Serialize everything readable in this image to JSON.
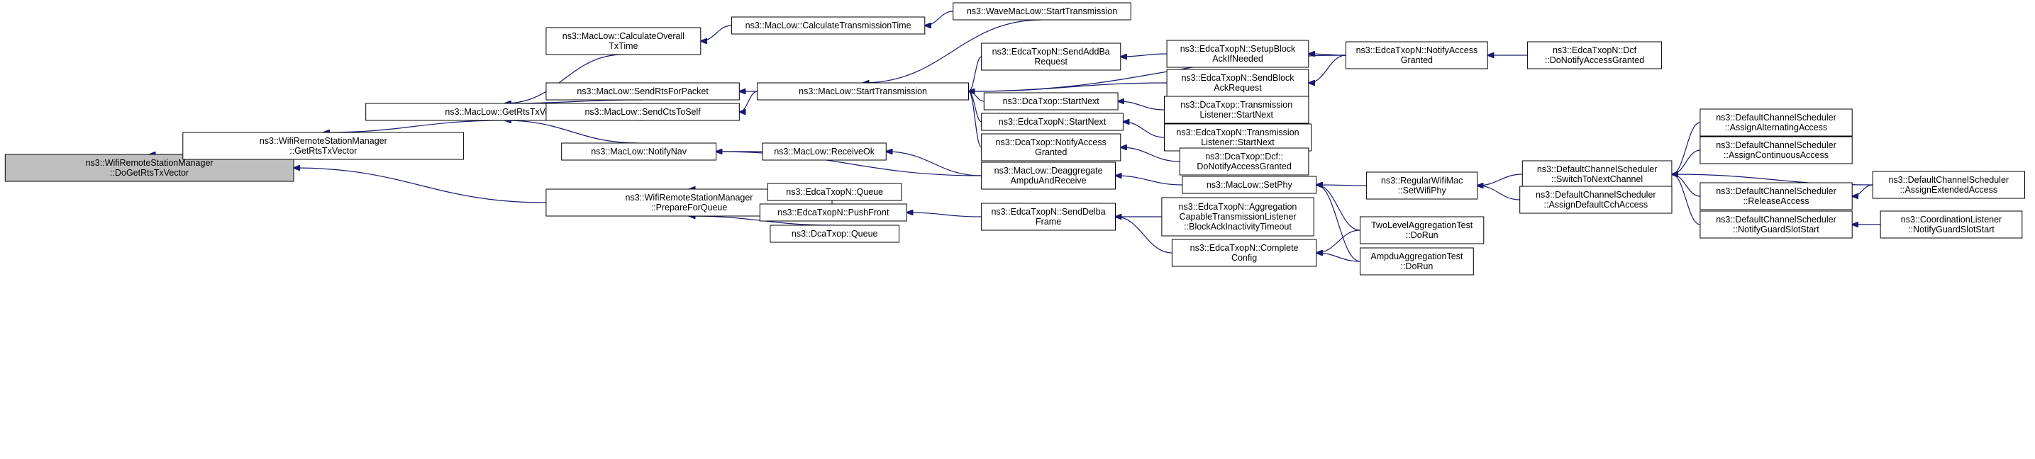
{
  "graph": {
    "edge_color": "#191970",
    "root_fill": "#bfbfbf",
    "nodes": [
      {
        "id": "n0",
        "lines": [
          "ns3::WifiRemoteStationManager",
          "::DoGetRtsTxVector"
        ],
        "root": true
      },
      {
        "id": "n1",
        "lines": [
          "ns3::WifiRemoteStationManager",
          "::GetRtsTxVector"
        ]
      },
      {
        "id": "n2",
        "lines": [
          "ns3::WifiRemoteStationManager",
          "::PrepareForQueue"
        ]
      },
      {
        "id": "n3",
        "lines": [
          "ns3::MacLow::GetRtsTxVector"
        ]
      },
      {
        "id": "n4",
        "lines": [
          "ns3::MacLow::CalculateOverall",
          "TxTime"
        ]
      },
      {
        "id": "n5",
        "lines": [
          "ns3::MacLow::SendRtsForPacket"
        ]
      },
      {
        "id": "n6",
        "lines": [
          "ns3::MacLow::SendCtsToSelf"
        ]
      },
      {
        "id": "n7",
        "lines": [
          "ns3::MacLow::NotifyNav"
        ]
      },
      {
        "id": "n8",
        "lines": [
          "ns3::MacLow::CalculateTransmissionTime"
        ]
      },
      {
        "id": "n9",
        "lines": [
          "ns3::MacLow::StartTransmission"
        ]
      },
      {
        "id": "n10",
        "lines": [
          "ns3::MacLow::ReceiveOk"
        ]
      },
      {
        "id": "n11",
        "lines": [
          "ns3::EdcaTxopN::Queue"
        ]
      },
      {
        "id": "n12",
        "lines": [
          "ns3::EdcaTxopN::PushFront"
        ]
      },
      {
        "id": "n13",
        "lines": [
          "ns3::DcaTxop::Queue"
        ]
      },
      {
        "id": "n14",
        "lines": [
          "ns3::WaveMacLow::StartTransmission"
        ]
      },
      {
        "id": "n15",
        "lines": [
          "ns3::EdcaTxopN::SendAddBa",
          "Request"
        ]
      },
      {
        "id": "n16",
        "lines": [
          "ns3::DcaTxop::StartNext"
        ]
      },
      {
        "id": "n17",
        "lines": [
          "ns3::EdcaTxopN::StartNext"
        ]
      },
      {
        "id": "n18",
        "lines": [
          "ns3::DcaTxop::NotifyAccess",
          "Granted"
        ]
      },
      {
        "id": "n19",
        "lines": [
          "ns3::MacLow::Deaggregate",
          "AmpduAndReceive"
        ]
      },
      {
        "id": "n20",
        "lines": [
          "ns3::EdcaTxopN::SendDelba",
          "Frame"
        ]
      },
      {
        "id": "n21",
        "lines": [
          "ns3::EdcaTxopN::SetupBlock",
          "AckIfNeeded"
        ]
      },
      {
        "id": "n22",
        "lines": [
          "ns3::EdcaTxopN::SendBlock",
          "AckRequest"
        ]
      },
      {
        "id": "n23",
        "lines": [
          "ns3::DcaTxop::Transmission",
          "Listener::StartNext"
        ]
      },
      {
        "id": "n24",
        "lines": [
          "ns3::EdcaTxopN::Transmission",
          "Listener::StartNext"
        ]
      },
      {
        "id": "n25",
        "lines": [
          "ns3::DcaTxop::Dcf::",
          "DoNotifyAccessGranted"
        ]
      },
      {
        "id": "n26",
        "lines": [
          "ns3::MacLow::SetPhy"
        ]
      },
      {
        "id": "n27",
        "lines": [
          "ns3::EdcaTxopN::Aggregation",
          "CapableTransmissionListener",
          "::BlockAckInactivityTimeout"
        ]
      },
      {
        "id": "n28",
        "lines": [
          "ns3::EdcaTxopN::Complete",
          "Config"
        ]
      },
      {
        "id": "n29",
        "lines": [
          "ns3::EdcaTxopN::NotifyAccess",
          "Granted"
        ]
      },
      {
        "id": "n30",
        "lines": [
          "ns3::RegularWifiMac",
          "::SetWifiPhy"
        ]
      },
      {
        "id": "n31",
        "lines": [
          "TwoLevelAggregationTest",
          "::DoRun"
        ]
      },
      {
        "id": "n32",
        "lines": [
          "AmpduAggregationTest",
          "::DoRun"
        ]
      },
      {
        "id": "n33",
        "lines": [
          "ns3::EdcaTxopN::Dcf",
          "::DoNotifyAccessGranted"
        ]
      },
      {
        "id": "n34",
        "lines": [
          "ns3::DefaultChannelScheduler",
          "::SwitchToNextChannel"
        ]
      },
      {
        "id": "n35",
        "lines": [
          "ns3::DefaultChannelScheduler",
          "::AssignDefaultCchAccess"
        ]
      },
      {
        "id": "n36",
        "lines": [
          "ns3::DefaultChannelScheduler",
          "::AssignAlternatingAccess"
        ]
      },
      {
        "id": "n37",
        "lines": [
          "ns3::DefaultChannelScheduler",
          "::AssignContinuousAccess"
        ]
      },
      {
        "id": "n38",
        "lines": [
          "ns3::DefaultChannelScheduler",
          "::ReleaseAccess"
        ]
      },
      {
        "id": "n39",
        "lines": [
          "ns3::DefaultChannelScheduler",
          "::NotifyGuardSlotStart"
        ]
      },
      {
        "id": "n40",
        "lines": [
          "ns3::DefaultChannelScheduler",
          "::AssignExtendedAccess"
        ]
      },
      {
        "id": "n41",
        "lines": [
          "ns3::CoordinationListener",
          "::NotifyGuardSlotStart"
        ]
      }
    ],
    "edges": [
      {
        "from": "n1",
        "to": "n0"
      },
      {
        "from": "n2",
        "to": "n0"
      },
      {
        "from": "n3",
        "to": "n1"
      },
      {
        "from": "n4",
        "to": "n3"
      },
      {
        "from": "n5",
        "to": "n3"
      },
      {
        "from": "n6",
        "to": "n3"
      },
      {
        "from": "n7",
        "to": "n3"
      },
      {
        "from": "n8",
        "to": "n4"
      },
      {
        "from": "n9",
        "to": "n5"
      },
      {
        "from": "n9",
        "to": "n6"
      },
      {
        "from": "n10",
        "to": "n7"
      },
      {
        "from": "n19",
        "to": "n7"
      },
      {
        "from": "n14",
        "to": "n8"
      },
      {
        "from": "n14",
        "to": "n9"
      },
      {
        "from": "n15",
        "to": "n9"
      },
      {
        "from": "n16",
        "to": "n9"
      },
      {
        "from": "n17",
        "to": "n9"
      },
      {
        "from": "n18",
        "to": "n9"
      },
      {
        "from": "n22",
        "to": "n9"
      },
      {
        "from": "n29",
        "to": "n9"
      },
      {
        "from": "n19",
        "to": "n10"
      },
      {
        "from": "n11",
        "to": "n2"
      },
      {
        "from": "n12",
        "to": "n2"
      },
      {
        "from": "n13",
        "to": "n2"
      },
      {
        "from": "n20",
        "to": "n12"
      },
      {
        "from": "n21",
        "to": "n15"
      },
      {
        "from": "n23",
        "to": "n16"
      },
      {
        "from": "n24",
        "to": "n17"
      },
      {
        "from": "n25",
        "to": "n18"
      },
      {
        "from": "n26",
        "to": "n19"
      },
      {
        "from": "n27",
        "to": "n20"
      },
      {
        "from": "n28",
        "to": "n20"
      },
      {
        "from": "n29",
        "to": "n21"
      },
      {
        "from": "n29",
        "to": "n22"
      },
      {
        "from": "n33",
        "to": "n29"
      },
      {
        "from": "n30",
        "to": "n26"
      },
      {
        "from": "n31",
        "to": "n26"
      },
      {
        "from": "n32",
        "to": "n26"
      },
      {
        "from": "n31",
        "to": "n28"
      },
      {
        "from": "n32",
        "to": "n28"
      },
      {
        "from": "n34",
        "to": "n30"
      },
      {
        "from": "n35",
        "to": "n30"
      },
      {
        "from": "n36",
        "to": "n34"
      },
      {
        "from": "n37",
        "to": "n34"
      },
      {
        "from": "n38",
        "to": "n34"
      },
      {
        "from": "n39",
        "to": "n34"
      },
      {
        "from": "n40",
        "to": "n34"
      },
      {
        "from": "n40",
        "to": "n38"
      },
      {
        "from": "n41",
        "to": "n39"
      }
    ]
  }
}
